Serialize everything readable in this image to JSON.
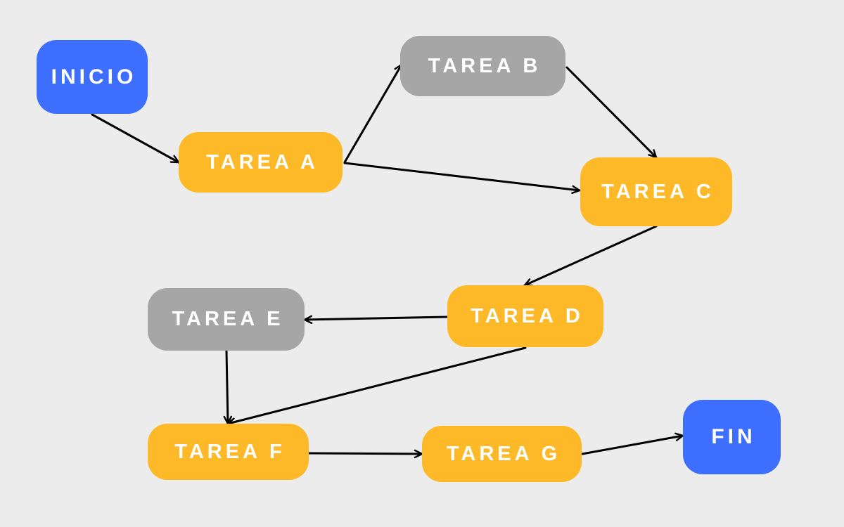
{
  "diagram": {
    "background": "#ececec",
    "colors": {
      "endpoint": "#3d6efd",
      "active": "#fdb927",
      "inactive": "#a6a6a6",
      "arrow": "#000000"
    },
    "nodes": [
      {
        "id": "inicio",
        "label": "INICIO",
        "kind": "endpoint"
      },
      {
        "id": "tarea-a",
        "label": "TAREA A",
        "kind": "active"
      },
      {
        "id": "tarea-b",
        "label": "TAREA B",
        "kind": "inactive"
      },
      {
        "id": "tarea-c",
        "label": "TAREA C",
        "kind": "active"
      },
      {
        "id": "tarea-d",
        "label": "TAREA D",
        "kind": "active"
      },
      {
        "id": "tarea-e",
        "label": "TAREA E",
        "kind": "inactive"
      },
      {
        "id": "tarea-f",
        "label": "TAREA F",
        "kind": "active"
      },
      {
        "id": "tarea-g",
        "label": "TAREA G",
        "kind": "active"
      },
      {
        "id": "fin",
        "label": "FIN",
        "kind": "endpoint"
      }
    ],
    "edges": [
      {
        "from": "inicio",
        "to": "tarea-a"
      },
      {
        "from": "tarea-a",
        "to": "tarea-b"
      },
      {
        "from": "tarea-a",
        "to": "tarea-c"
      },
      {
        "from": "tarea-b",
        "to": "tarea-c"
      },
      {
        "from": "tarea-c",
        "to": "tarea-d"
      },
      {
        "from": "tarea-d",
        "to": "tarea-e"
      },
      {
        "from": "tarea-d",
        "to": "tarea-f"
      },
      {
        "from": "tarea-e",
        "to": "tarea-f"
      },
      {
        "from": "tarea-f",
        "to": "tarea-g"
      },
      {
        "from": "tarea-g",
        "to": "fin"
      }
    ]
  }
}
